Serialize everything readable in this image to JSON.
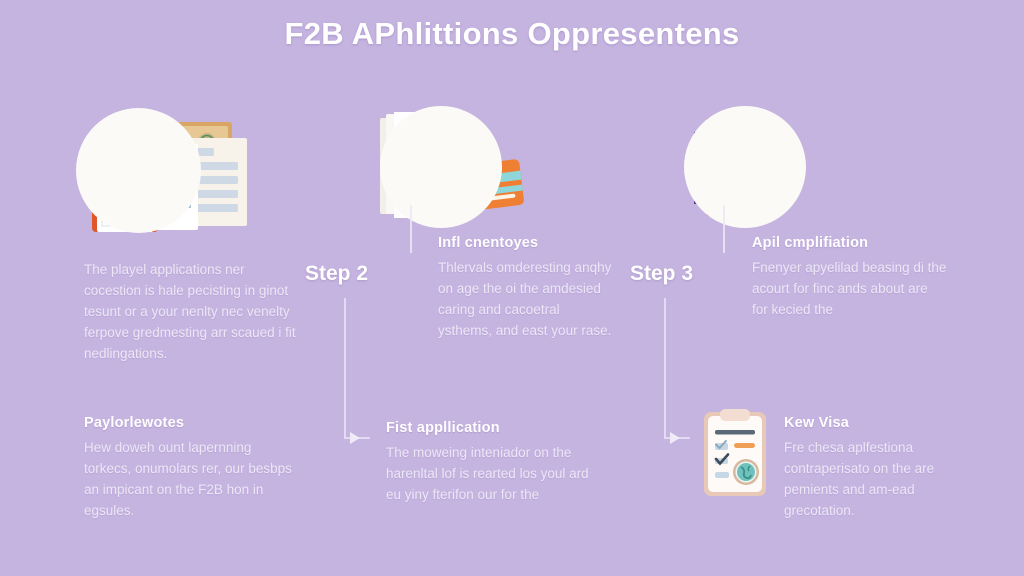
{
  "page": {
    "title": "F2B APhlittions Oppresentens",
    "background_color": "#c5b3e0",
    "text_color": "#ffffff",
    "accent_color": "#e8802e",
    "connector_color": "#e6dff3"
  },
  "steps": [
    {
      "id": "step-2",
      "label": "Step 2"
    },
    {
      "id": "step-3",
      "label": "Step 3"
    }
  ],
  "illustrations": [
    {
      "id": "documents-passport-calendar",
      "icon": "documents-stack-icon",
      "alt": "stack of application documents with passport, manila folder with seal and orange clipboard calendar"
    },
    {
      "id": "form-and-card",
      "icon": "form-document-icon",
      "alt": "paper form with text lines, orange folded corner and orange card with pen"
    },
    {
      "id": "checklist-and-pen",
      "icon": "checklist-clipboard-icon",
      "alt": "clipboard checklist with orange highlight bars, check marks and orange pen"
    }
  ],
  "blocks": [
    {
      "id": "block-top-left",
      "heading": "",
      "body": "The playel applications ner cocestion is hale pecisting in ginot tesunt or a your nenlty nec venelty ferpove gredmesting arr scaued i fit nedlingations."
    },
    {
      "id": "block-top-middle",
      "heading": "Infl cnentoyes",
      "body": "Thlervals omderesting anqhy on age the oi the amdesied caring and cacoetral ysthems, and east your rase."
    },
    {
      "id": "block-top-right",
      "heading": "Apil cmplifiation",
      "body": "Fnenyer apyelilad beasing di the acourt for finc ands about are for kecied the"
    },
    {
      "id": "block-bottom-left",
      "heading": "Paylorlewotes",
      "body": "Hew doweh ount lapernning torkecs, onumolars rer, our besbps an impicant on the F2B hon in egsules."
    },
    {
      "id": "block-bottom-middle",
      "heading": "Fist appllication",
      "body": "The moweing inteniador on the harenltal lof is rearted los youl ard eu yiny fterifon our for the"
    },
    {
      "id": "block-bottom-right",
      "heading": "Kew Visa",
      "body": "Fre chesa aplfestiona contraperisato on the are pemients and am-ead grecotation."
    }
  ],
  "mini_icon": {
    "id": "visa-clipboard",
    "icon": "clipboard-check-globe-icon",
    "alt": "clipboard with check marks and teal globe seal"
  },
  "connectors": [
    {
      "id": "connector-step2",
      "from": "step-2",
      "to": "block-bottom-middle",
      "shape": "elbow-down-right"
    },
    {
      "id": "connector-step3",
      "from": "step-3",
      "to": "block-bottom-right",
      "shape": "elbow-down-right"
    }
  ]
}
